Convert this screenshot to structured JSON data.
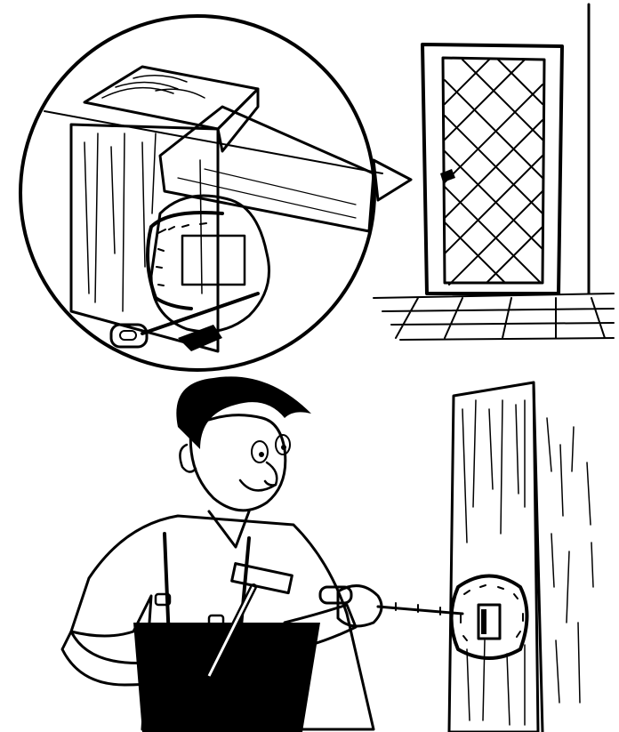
{
  "image": {
    "style": "black-and-white line illustration",
    "panels": [
      "magnified-lock-cutaway",
      "door-view",
      "man-with-hammer-and-key",
      "door-edge-lock-closeup"
    ]
  },
  "colors": {
    "ink": "#000000",
    "paper": "#ffffff"
  }
}
